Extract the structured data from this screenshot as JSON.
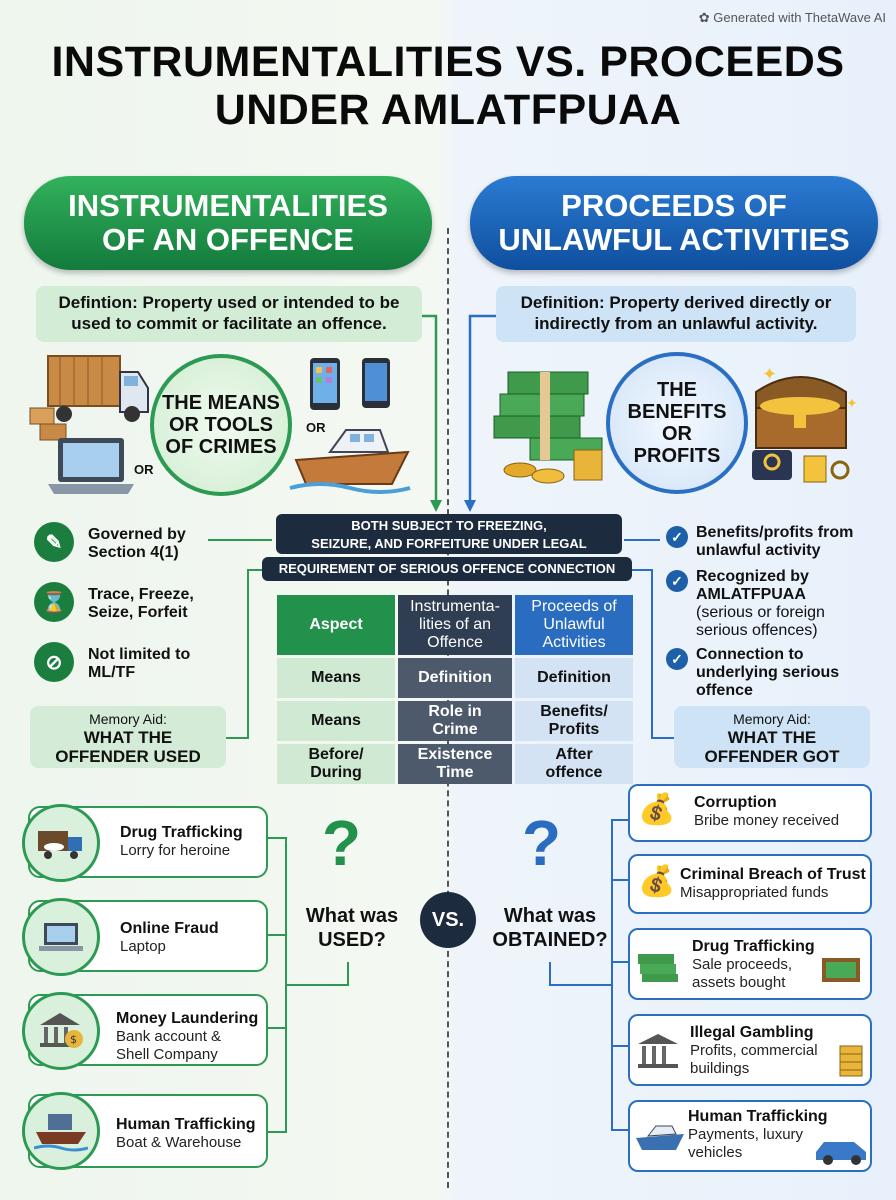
{
  "watermark": "Generated with ThetaWave AI",
  "title_line1": "INSTRUMENTALITIES VS. PROCEEDS",
  "title_line2": "UNDER AMLATFPUAA",
  "left": {
    "header_line1": "INSTRUMENTALITIES",
    "header_line2": "OF AN OFFENCE",
    "definition_line1": "Defintion: Property used or intended to be",
    "definition_line2": "used to commit or facilitate an offence.",
    "circle_line1": "THE MEANS",
    "circle_line2": "OR TOOLS",
    "circle_line3": "OF CRIMES",
    "or1": "OR",
    "or2": "OR",
    "features": [
      {
        "line1": "Governed by",
        "line2": "Section 4(1)",
        "icon": "document-icon"
      },
      {
        "line1": "Trace, Freeze,",
        "line2": "Seize, Forfeit",
        "icon": "hourglass-icon"
      },
      {
        "line1": "Not limited to",
        "line2": "ML/TF",
        "icon": "prohibited-icon"
      }
    ],
    "memory_label": "Memory Aid:",
    "memory_line1": "WHAT THE",
    "memory_line2": "OFFENDER USED",
    "question": "?",
    "question_line1": "What was",
    "question_line2": "USED?",
    "examples": [
      {
        "title": "Drug Trafficking",
        "sub1": "Lorry for heroine",
        "sub2": ""
      },
      {
        "title": "Online Fraud",
        "sub1": "Laptop",
        "sub2": ""
      },
      {
        "title": "Money Laundering",
        "sub1": "Bank account &",
        "sub2": "Shell Company"
      },
      {
        "title": "Human Trafficking",
        "sub1": "Boat & Warehouse",
        "sub2": ""
      }
    ]
  },
  "right": {
    "header_line1": "PROCEEDS OF",
    "header_line2": "UNLAWFUL ACTIVITIES",
    "definition_line1": "Definition: Property derived directly or",
    "definition_line2": "indirectly from an unlawful activity.",
    "circle_line1": "THE",
    "circle_line2": "BENEFITS",
    "circle_line3": "OR",
    "circle_line4": "PROFITS",
    "features": [
      {
        "bold1": "Benefits/profits from",
        "bold2": "unlawful activity",
        "n1": "",
        "n2": ""
      },
      {
        "bold1": "Recognized by",
        "bold2": "AMLATFPUAA",
        "n1": "(serious or foreign",
        "n2": "serious offences)"
      },
      {
        "bold1": "Connection to",
        "bold2": "underlying serious",
        "n1": "offence",
        "n2": ""
      }
    ],
    "memory_label": "Memory Aid:",
    "memory_line1": "WHAT THE",
    "memory_line2": "OFFENDER GOT",
    "question": "?",
    "question_line1": "What was",
    "question_line2": "OBTAINED?",
    "examples": [
      {
        "title": "Corruption",
        "sub1": "Bribe money received",
        "sub2": ""
      },
      {
        "title": "Criminal Breach of Trust",
        "sub1": "Misappropriated funds",
        "sub2": ""
      },
      {
        "title": "Drug Trafficking",
        "sub1": "Sale proceeds,",
        "sub2": "assets bought"
      },
      {
        "title": "Illegal Gambling",
        "sub1": "Profits, commercial",
        "sub2": "buildings"
      },
      {
        "title": "Human Trafficking",
        "sub1": "Payments, luxury",
        "sub2": "vehicles"
      }
    ]
  },
  "banner_line1": "BOTH SUBJECT TO FREEZING,",
  "banner_line2": "SEIZURE, AND FORFEITURE UNDER LEGAL",
  "banner_line3": "REQUIREMENT OF SERIOUS OFFENCE CONNECTION",
  "vs": "VS.",
  "table": {
    "headers": [
      {
        "line1": "Aspect",
        "line2": "",
        "line3": ""
      },
      {
        "line1": "Instrumenta-",
        "line2": "lities of an",
        "line3": "Offence"
      },
      {
        "line1": "Proceeds of",
        "line2": "Unlawful",
        "line3": "Activities"
      }
    ],
    "rows": [
      [
        {
          "a": "Means",
          "b": ""
        },
        {
          "a": "Definition",
          "b": ""
        },
        {
          "a": "Definition",
          "b": ""
        }
      ],
      [
        {
          "a": "Means",
          "b": ""
        },
        {
          "a": "Role in",
          "b": "Crime"
        },
        {
          "a": "Benefits/",
          "b": "Profits"
        }
      ],
      [
        {
          "a": "Before/",
          "b": "During"
        },
        {
          "a": "Existence",
          "b": "Time"
        },
        {
          "a": "After",
          "b": "offence"
        }
      ]
    ]
  },
  "colors": {
    "green": "#22914b",
    "blue": "#2a6cc0",
    "navy": "#1d2b3e"
  }
}
